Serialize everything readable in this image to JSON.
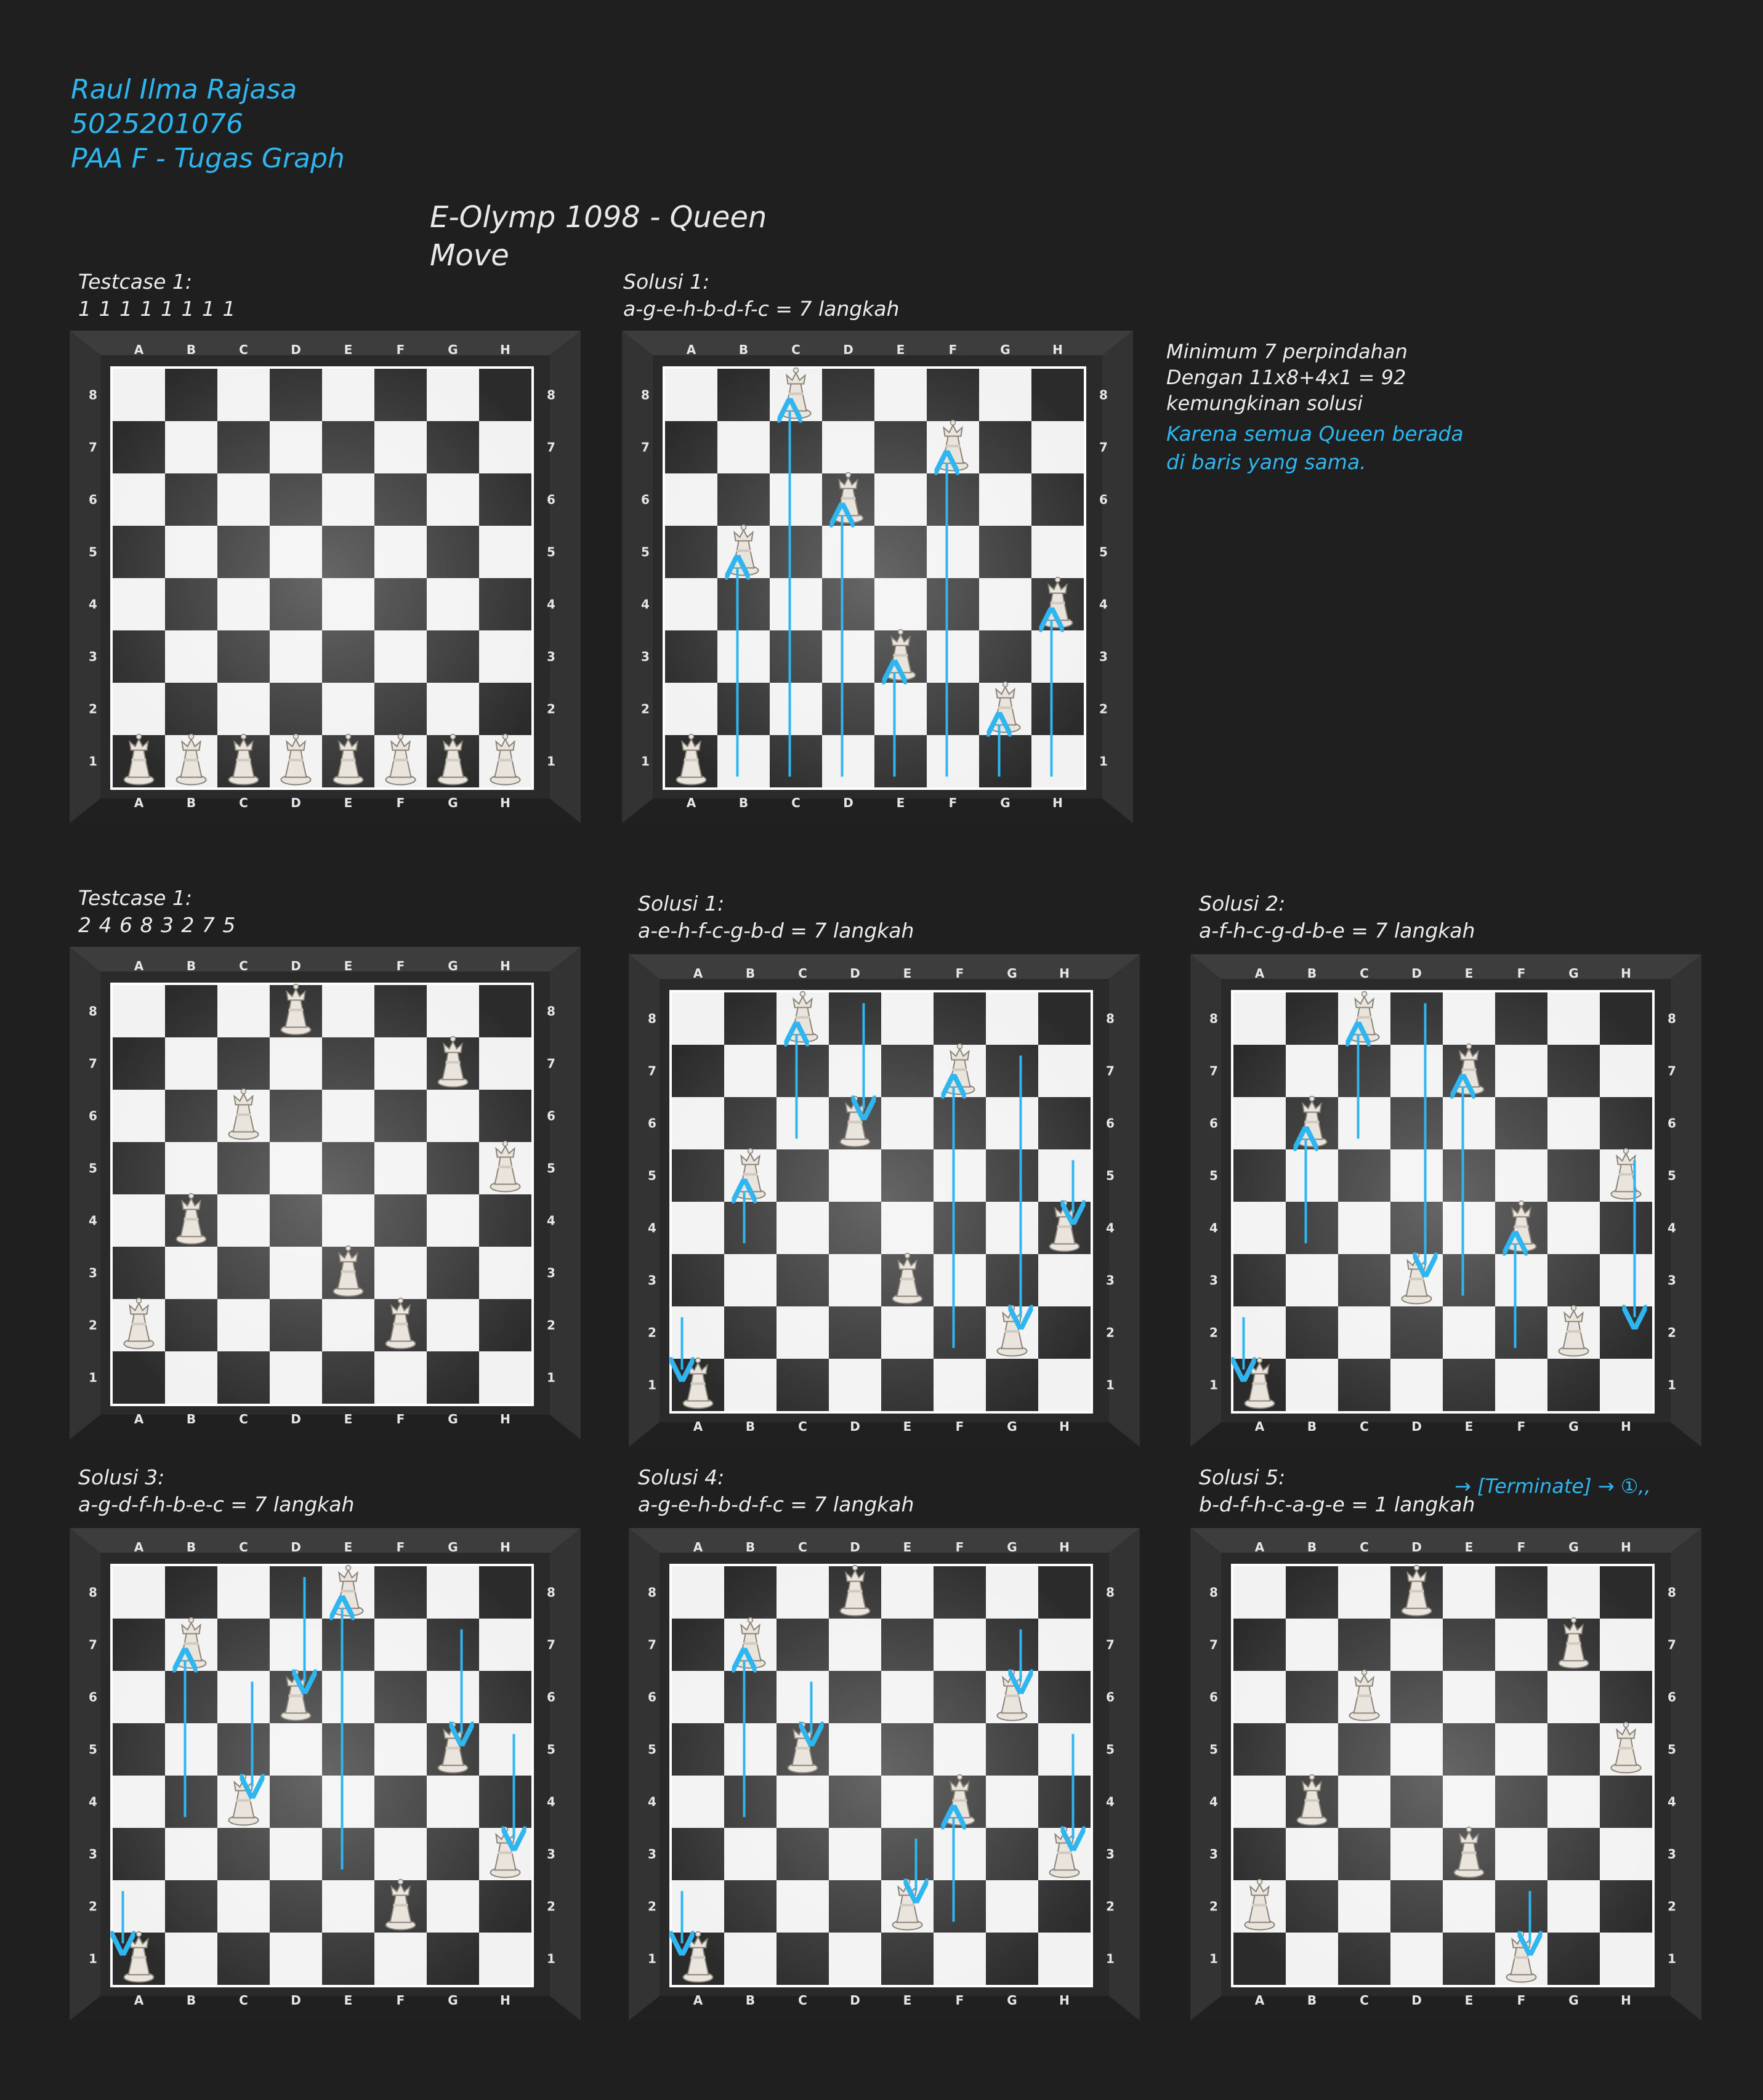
{
  "author": {
    "name": "Raul Ilma Rajasa",
    "nrp": "5025201076",
    "course": "PAA F - Tugas Graph"
  },
  "title": {
    "line1": "E-Olymp 1098 - Queen",
    "line2": "Move"
  },
  "files": [
    "A",
    "B",
    "C",
    "D",
    "E",
    "F",
    "G",
    "H"
  ],
  "ranks": [
    "8",
    "7",
    "6",
    "5",
    "4",
    "3",
    "2",
    "1"
  ],
  "colors": {
    "accent": "#2fb6f0",
    "background": "#1f1f1f",
    "frame": "#3a3a3a",
    "dark_square": "#2b2b2b",
    "light_square": "#f2f2f2"
  },
  "notes": {
    "minimum": "Minimum 7 perpindahan",
    "formula": "Dengan 11x8+4x1 = 92",
    "possible": "kemungkinan solusi",
    "reason1": "Karena semua Queen berada",
    "reason2": "di baris yang sama."
  },
  "terminate": {
    "text": "→ [Terminate] → ①,,",
    "mark": "①,,"
  },
  "boards": [
    {
      "id": "tc1",
      "title": "Testcase 1:",
      "subtitle": "1 1 1 1 1 1 1 1",
      "queens": [
        1,
        1,
        1,
        1,
        1,
        1,
        1,
        1
      ],
      "arrows": []
    },
    {
      "id": "tc1-s1",
      "title": "Solusi 1:",
      "subtitle": "a-g-e-h-b-d-f-c = 7 langkah",
      "queens": [
        1,
        5,
        8,
        6,
        3,
        7,
        2,
        4
      ],
      "arrows": [
        {
          "file": 1,
          "from": 1,
          "to": 5
        },
        {
          "file": 2,
          "from": 1,
          "to": 8
        },
        {
          "file": 3,
          "from": 1,
          "to": 6
        },
        {
          "file": 4,
          "from": 1,
          "to": 3
        },
        {
          "file": 5,
          "from": 1,
          "to": 7
        },
        {
          "file": 6,
          "from": 1,
          "to": 2
        },
        {
          "file": 7,
          "from": 1,
          "to": 4
        }
      ]
    },
    {
      "id": "tc2",
      "title": "Testcase 1:",
      "subtitle": "2 4 6 8 3 2 7 5",
      "queens": [
        2,
        4,
        6,
        8,
        3,
        2,
        7,
        5
      ],
      "arrows": []
    },
    {
      "id": "tc2-s1",
      "title": "Solusi 1:",
      "subtitle": "a-e-h-f-c-g-b-d = 7 langkah",
      "queens": [
        1,
        5,
        8,
        6,
        3,
        7,
        2,
        4
      ],
      "arrows": [
        {
          "file": 0,
          "from": 2,
          "to": 1
        },
        {
          "file": 1,
          "from": 4,
          "to": 5
        },
        {
          "file": 2,
          "from": 6,
          "to": 8
        },
        {
          "file": 3,
          "from": 8,
          "to": 6
        },
        {
          "file": 5,
          "from": 2,
          "to": 7
        },
        {
          "file": 6,
          "from": 7,
          "to": 2
        },
        {
          "file": 7,
          "from": 5,
          "to": 4
        }
      ]
    },
    {
      "id": "tc2-s2",
      "title": "Solusi 2:",
      "subtitle": "a-f-h-c-g-d-b-e = 7 langkah",
      "queens": [
        1,
        6,
        8,
        3,
        7,
        4,
        2,
        5
      ],
      "arrows": [
        {
          "file": 0,
          "from": 2,
          "to": 1
        },
        {
          "file": 1,
          "from": 4,
          "to": 6
        },
        {
          "file": 2,
          "from": 6,
          "to": 8
        },
        {
          "file": 3,
          "from": 8,
          "to": 3
        },
        {
          "file": 4,
          "from": 3,
          "to": 7
        },
        {
          "file": 5,
          "from": 2,
          "to": 4
        },
        {
          "file": 7,
          "from": 5,
          "to": 2
        }
      ]
    },
    {
      "id": "tc2-s3",
      "title": "Solusi 3:",
      "subtitle": "a-g-d-f-h-b-e-c = 7 langkah",
      "queens": [
        1,
        7,
        4,
        6,
        8,
        2,
        5,
        3
      ],
      "arrows": [
        {
          "file": 0,
          "from": 2,
          "to": 1
        },
        {
          "file": 1,
          "from": 4,
          "to": 7
        },
        {
          "file": 2,
          "from": 6,
          "to": 4
        },
        {
          "file": 3,
          "from": 8,
          "to": 6
        },
        {
          "file": 4,
          "from": 3,
          "to": 8
        },
        {
          "file": 6,
          "from": 7,
          "to": 5
        },
        {
          "file": 7,
          "from": 5,
          "to": 3
        }
      ]
    },
    {
      "id": "tc2-s4",
      "title": "Solusi 4:",
      "subtitle": "a-g-e-h-b-d-f-c = 7 langkah",
      "queens": [
        1,
        7,
        5,
        8,
        2,
        4,
        6,
        3
      ],
      "arrows": [
        {
          "file": 0,
          "from": 2,
          "to": 1
        },
        {
          "file": 1,
          "from": 4,
          "to": 7
        },
        {
          "file": 2,
          "from": 6,
          "to": 5
        },
        {
          "file": 4,
          "from": 3,
          "to": 2
        },
        {
          "file": 5,
          "from": 2,
          "to": 4
        },
        {
          "file": 6,
          "from": 7,
          "to": 6
        },
        {
          "file": 7,
          "from": 5,
          "to": 3
        }
      ]
    },
    {
      "id": "tc2-s5",
      "title": "Solusi 5:",
      "subtitle": "b-d-f-h-c-a-g-e = 1 langkah",
      "queens": [
        2,
        4,
        6,
        8,
        3,
        1,
        7,
        5
      ],
      "arrows": [
        {
          "file": 5,
          "from": 2,
          "to": 1
        }
      ]
    }
  ]
}
